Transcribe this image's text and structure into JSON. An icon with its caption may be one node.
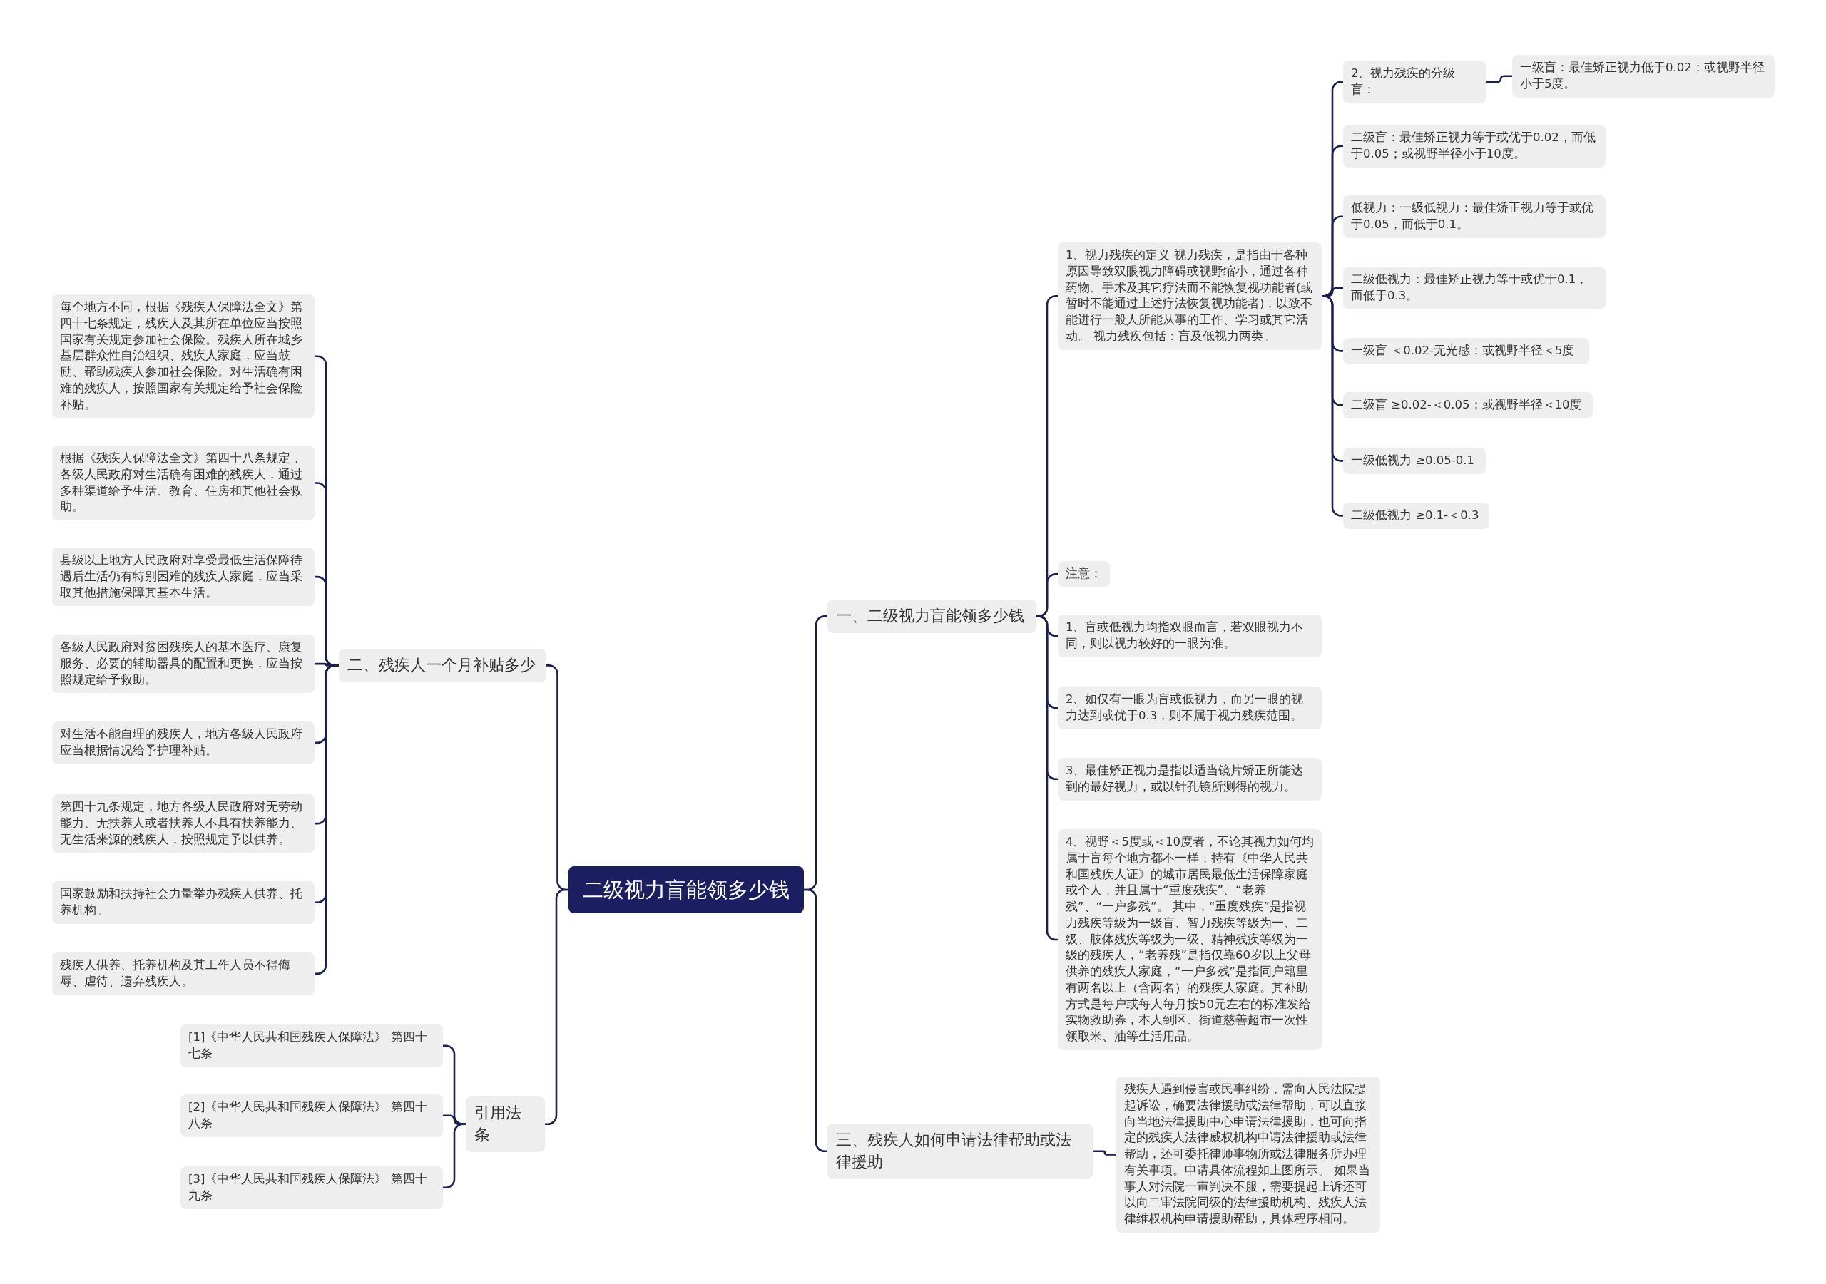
{
  "diagram": {
    "nodes": [
      {
        "text": [
          "二级视力盲能领多少钱"
        ]
      },
      {
        "text": [
          "一、二级视力盲能领多少钱"
        ]
      },
      {
        "text": [
          "1、视力残疾的定义 视力残疾，是指由于各种原因导致双眼视力障碍或视野缩小，通过各种药物、手术及其它疗法而不能恢复视功能者(或暂时不能通过上述疗法恢复视功能者)，以致不能进行一般人所能从事的工作、学习或其它活动。 视力残疾包括：盲及低视力两类。"
        ]
      },
      {
        "text": [
          "2、视力残疾的分级盲："
        ]
      },
      {
        "text": [
          "一级盲：最佳矫正视力低于0.02；或视野半径小于5度。"
        ]
      },
      {
        "text": [
          "二级盲：最佳矫正视力等于或优于0.02，而低于0.05；或视野半径小于10度。"
        ]
      },
      {
        "text": [
          "低视力：一级低视力：最佳矫正视力等于或优于0.05，而低于0.1。"
        ]
      },
      {
        "text": [
          "二级低视力：最佳矫正视力等于或优于0.1，而低于0.3。"
        ]
      },
      {
        "text": [
          "一级盲 ＜0.02-无光感；或视野半径＜5度"
        ]
      },
      {
        "text": [
          "二级盲 ≥0.02-＜0.05；或视野半径＜10度"
        ]
      },
      {
        "text": [
          "一级低视力 ≥0.05-0.1"
        ]
      },
      {
        "text": [
          "二级低视力 ≥0.1-＜0.3"
        ]
      },
      {
        "text": [
          "注意："
        ]
      },
      {
        "text": [
          "1、盲或低视力均指双眼而言，若双眼视力不同，则以视力较好的一眼为准。"
        ]
      },
      {
        "text": [
          "2、如仅有一眼为盲或低视力，而另一眼的视力达到或优于0.3，则不属于视力残疾范围。"
        ]
      },
      {
        "text": [
          "3、最佳矫正视力是指以适当镜片矫正所能达到的最好视力，或以针孔镜所测得的视力。"
        ]
      },
      {
        "text": [
          "4、视野＜5度或＜10度者，不论其视力如何均属于盲每个地方都不一样，持有《中华人民共和国残疾人证》的城市居民最低生活保障家庭或个人，并且属于“重度残疾”、“老养残”、“一户多残”。 其中，“重度残疾”是指视力残疾等级为一级盲、智力残疾等级为一、二级、肢体残疾等级为一级、精神残疾等级为一级的残疾人，“老养残”是指仅靠60岁以上父母供养的残疾人家庭，“一户多残”是指同户籍里有两名以上（含两名）的残疾人家庭。其补助方式是每户或每人每月按50元左右的标准发给实物救助券，本人到区、街道慈善超市一次性领取米、油等生活用品。"
        ]
      },
      {
        "text": [
          "三、残疾人如何申请法律帮助或法律援助"
        ]
      },
      {
        "text": [
          "残疾人遇到侵害或民事纠纷，需向人民法院提起诉讼，确要法律援助或法律帮助，可以直接向当地法律援助中心申请法律援助，也可向指定的残疾人法律威权机构申请法律援助或法律帮助，还可委托律师事物所或法律服务所办理有关事项。申请具体流程如上图所示。 如果当事人对法院一审判决不服，需要提起上诉还可以向二审法院同级的法律援助机构、残疾人法律维权机构申请援助帮助，具体程序相同。"
        ]
      },
      {
        "text": [
          "二、残疾人一个月补贴多少"
        ]
      },
      {
        "text": [
          "每个地方不同，根据《残疾人保障法全文》第四十七条规定，残疾人及其所在单位应当按照国家有关规定参加社会保险。残疾人所在城乡基层群众性自治组织、残疾人家庭，应当鼓励、帮助残疾人参加社会保险。对生活确有困难的残疾人，按照国家有关规定给予社会保险补贴。"
        ]
      },
      {
        "text": [
          "根据《残疾人保障法全文》第四十八条规定，各级人民政府对生活确有困难的残疾人，通过多种渠道给予生活、教育、住房和其他社会救助。"
        ]
      },
      {
        "text": [
          "县级以上地方人民政府对享受最低生活保障待遇后生活仍有特别困难的残疾人家庭，应当采取其他措施保障其基本生活。"
        ]
      },
      {
        "text": [
          "各级人民政府对贫困残疾人的基本医疗、康复服务、必要的辅助器具的配置和更换，应当按照规定给予救助。"
        ]
      },
      {
        "text": [
          "对生活不能自理的残疾人，地方各级人民政府应当根据情况给予护理补贴。"
        ]
      },
      {
        "text": [
          "第四十九条规定，地方各级人民政府对无劳动能力、无扶养人或者扶养人不具有扶养能力、无生活来源的残疾人，按照规定予以供养。"
        ]
      },
      {
        "text": [
          "国家鼓励和扶持社会力量举办残疾人供养、托养机构。"
        ]
      },
      {
        "text": [
          "残疾人供养、托养机构及其工作人员不得侮辱、虐待、遗弃残疾人。"
        ]
      },
      {
        "text": [
          "引用法条"
        ]
      },
      {
        "text": [
          "[1]《中华人民共和国残疾人保障法》 第四十七条"
        ]
      },
      {
        "text": [
          "[2]《中华人民共和国残疾人保障法》 第四十八条"
        ]
      },
      {
        "text": [
          "[3]《中华人民共和国残疾人保障法》 第四十九条"
        ]
      }
    ],
    "edges": [
      {
        "from": 0,
        "to": 1,
        "arrow": "none"
      },
      {
        "from": 1,
        "to": 2,
        "arrow": "none"
      },
      {
        "from": 2,
        "to": 3,
        "arrow": "none"
      },
      {
        "from": 3,
        "to": 4,
        "arrow": "none"
      },
      {
        "from": 2,
        "to": 5,
        "arrow": "none"
      },
      {
        "from": 2,
        "to": 6,
        "arrow": "none"
      },
      {
        "from": 2,
        "to": 7,
        "arrow": "none"
      },
      {
        "from": 2,
        "to": 8,
        "arrow": "none"
      },
      {
        "from": 2,
        "to": 9,
        "arrow": "none"
      },
      {
        "from": 2,
        "to": 10,
        "arrow": "none"
      },
      {
        "from": 2,
        "to": 11,
        "arrow": "none"
      },
      {
        "from": 1,
        "to": 12,
        "arrow": "none"
      },
      {
        "from": 1,
        "to": 13,
        "arrow": "none"
      },
      {
        "from": 1,
        "to": 14,
        "arrow": "none"
      },
      {
        "from": 1,
        "to": 15,
        "arrow": "none"
      },
      {
        "from": 1,
        "to": 16,
        "arrow": "none"
      },
      {
        "from": 0,
        "to": 17,
        "arrow": "none"
      },
      {
        "from": 17,
        "to": 18,
        "arrow": "none"
      },
      {
        "from": 0,
        "to": 19,
        "arrow": "none"
      },
      {
        "from": 19,
        "to": 20,
        "arrow": "none"
      },
      {
        "from": 19,
        "to": 21,
        "arrow": "none"
      },
      {
        "from": 19,
        "to": 22,
        "arrow": "none"
      },
      {
        "from": 19,
        "to": 23,
        "arrow": "none"
      },
      {
        "from": 19,
        "to": 24,
        "arrow": "none"
      },
      {
        "from": 19,
        "to": 25,
        "arrow": "none"
      },
      {
        "from": 19,
        "to": 26,
        "arrow": "none"
      },
      {
        "from": 19,
        "to": 27,
        "arrow": "none"
      },
      {
        "from": 0,
        "to": 28,
        "arrow": "none"
      },
      {
        "from": 28,
        "to": 29,
        "arrow": "none"
      },
      {
        "from": 28,
        "to": 30,
        "arrow": "none"
      },
      {
        "from": 28,
        "to": 31,
        "arrow": "none"
      }
    ]
  }
}
